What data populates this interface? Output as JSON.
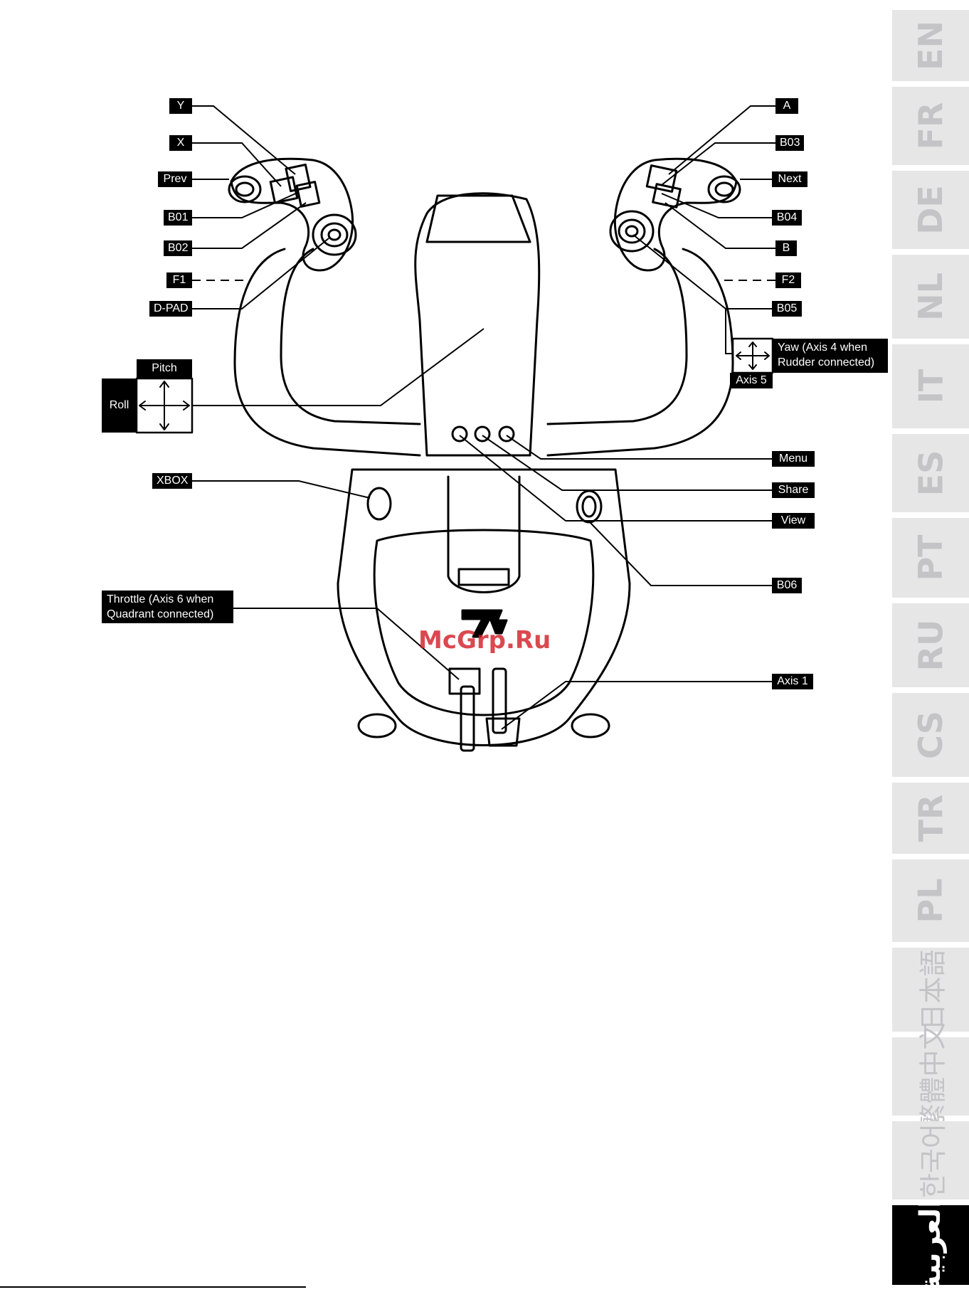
{
  "labels": {
    "y": "Y",
    "x": "X",
    "prev": "Prev",
    "b01": "B01",
    "b02": "B02",
    "f1": "F1",
    "dpad": "D-PAD",
    "a": "A",
    "b03": "B03",
    "next": "Next",
    "b04": "B04",
    "b": "B",
    "f2": "F2",
    "b05": "B05",
    "yaw_line1": "Yaw (Axis 4 when",
    "yaw_line2": "Rudder connected)",
    "axis5": "Axis 5",
    "pitch": "Pitch",
    "roll": "Roll",
    "menu": "Menu",
    "share": "Share",
    "view": "View",
    "xbox": "XBOX",
    "b06": "B06",
    "throttle_line1": "Throttle (Axis 6 when",
    "throttle_line2": "Quadrant connected)",
    "axis1": "Axis 1"
  },
  "language_tabs": [
    {
      "label": "EN"
    },
    {
      "label": "FR"
    },
    {
      "label": "DE"
    },
    {
      "label": "NL"
    },
    {
      "label": "IT"
    },
    {
      "label": "ES"
    },
    {
      "label": "PT"
    },
    {
      "label": "RU"
    },
    {
      "label": "CS"
    },
    {
      "label": "TR"
    },
    {
      "label": "PL"
    },
    {
      "label": "日本語"
    },
    {
      "label": "繁體中文"
    },
    {
      "label": "한국어"
    },
    {
      "label": "العربية"
    }
  ],
  "active_tab": "العربية",
  "watermark": "McGrp.Ru",
  "colors": {
    "label_bg": "#000000",
    "label_text": "#ffffff",
    "tab_bg": "#e6e6e7",
    "tab_text": "#c4c4c6",
    "watermark": "#d4212a"
  }
}
